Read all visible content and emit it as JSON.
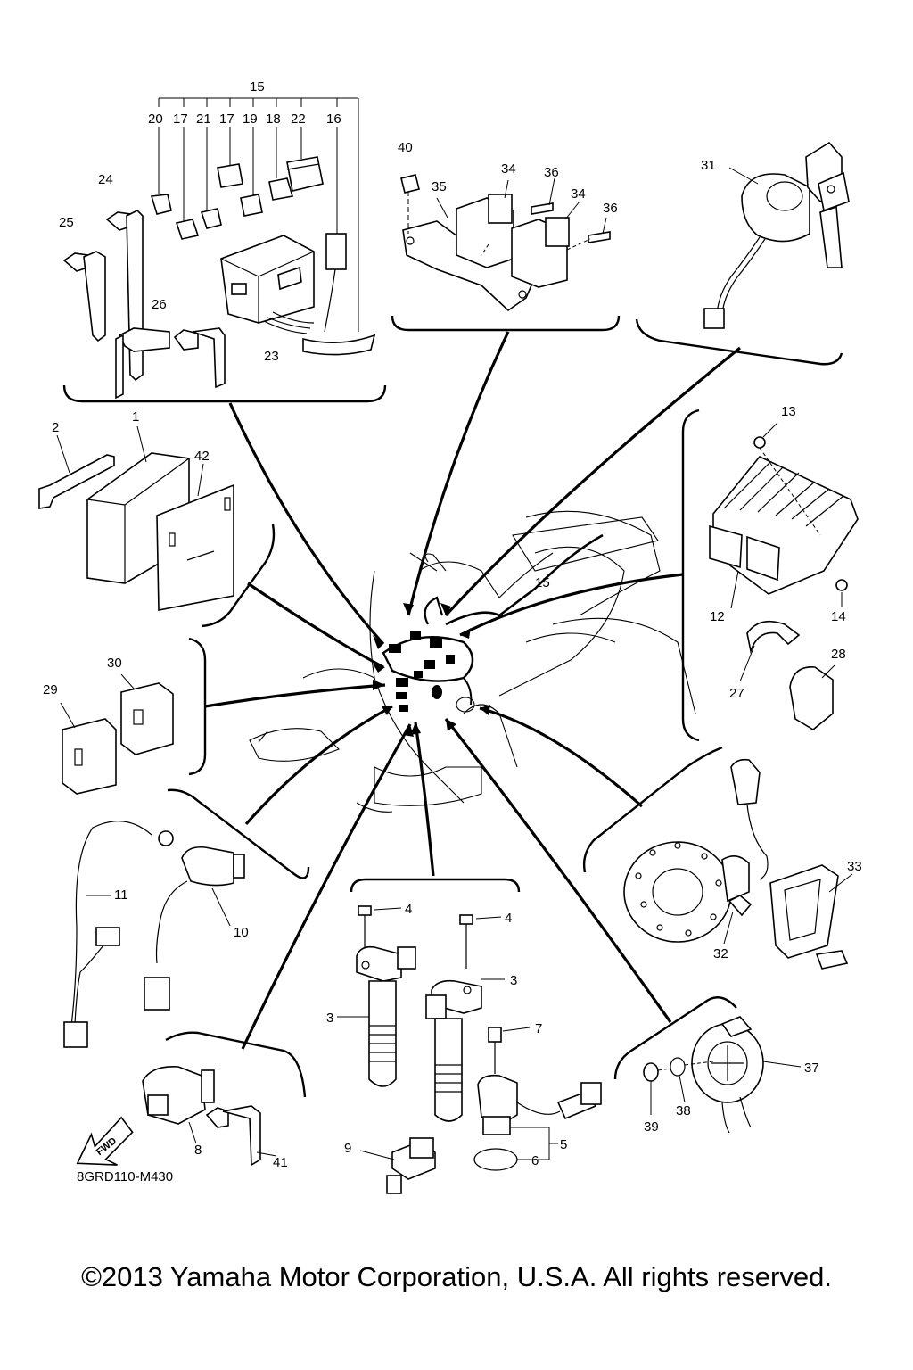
{
  "diagram": {
    "reference_code": "8GRD110-M430",
    "fwd_label": "FWD",
    "callouts": [
      {
        "id": "c15a",
        "text": "15"
      },
      {
        "id": "c20",
        "text": "20"
      },
      {
        "id": "c17a",
        "text": "17"
      },
      {
        "id": "c21",
        "text": "21"
      },
      {
        "id": "c17b",
        "text": "17"
      },
      {
        "id": "c19",
        "text": "19"
      },
      {
        "id": "c18",
        "text": "18"
      },
      {
        "id": "c22",
        "text": "22"
      },
      {
        "id": "c16",
        "text": "16"
      },
      {
        "id": "c24",
        "text": "24"
      },
      {
        "id": "c25",
        "text": "25"
      },
      {
        "id": "c26",
        "text": "26"
      },
      {
        "id": "c23",
        "text": "23"
      },
      {
        "id": "c40",
        "text": "40"
      },
      {
        "id": "c35",
        "text": "35"
      },
      {
        "id": "c34a",
        "text": "34"
      },
      {
        "id": "c36a",
        "text": "36"
      },
      {
        "id": "c34b",
        "text": "34"
      },
      {
        "id": "c36b",
        "text": "36"
      },
      {
        "id": "c31",
        "text": "31"
      },
      {
        "id": "c2",
        "text": "2"
      },
      {
        "id": "c1",
        "text": "1"
      },
      {
        "id": "c42",
        "text": "42"
      },
      {
        "id": "c13",
        "text": "13"
      },
      {
        "id": "c15b",
        "text": "15"
      },
      {
        "id": "c12",
        "text": "12"
      },
      {
        "id": "c14",
        "text": "14"
      },
      {
        "id": "c28",
        "text": "28"
      },
      {
        "id": "c27",
        "text": "27"
      },
      {
        "id": "c30",
        "text": "30"
      },
      {
        "id": "c29",
        "text": "29"
      },
      {
        "id": "c11",
        "text": "11"
      },
      {
        "id": "c10",
        "text": "10"
      },
      {
        "id": "c33",
        "text": "33"
      },
      {
        "id": "c32",
        "text": "32"
      },
      {
        "id": "c4a",
        "text": "4"
      },
      {
        "id": "c4b",
        "text": "4"
      },
      {
        "id": "c3a",
        "text": "3"
      },
      {
        "id": "c3b",
        "text": "3"
      },
      {
        "id": "c7",
        "text": "7"
      },
      {
        "id": "c5",
        "text": "5"
      },
      {
        "id": "c6",
        "text": "6"
      },
      {
        "id": "c9",
        "text": "9"
      },
      {
        "id": "c37",
        "text": "37"
      },
      {
        "id": "c38",
        "text": "38"
      },
      {
        "id": "c39",
        "text": "39"
      },
      {
        "id": "c8",
        "text": "8"
      },
      {
        "id": "c41",
        "text": "41"
      }
    ]
  },
  "footer": {
    "copyright": "©2013 Yamaha Motor Corporation, U.S.A. All rights reserved."
  }
}
